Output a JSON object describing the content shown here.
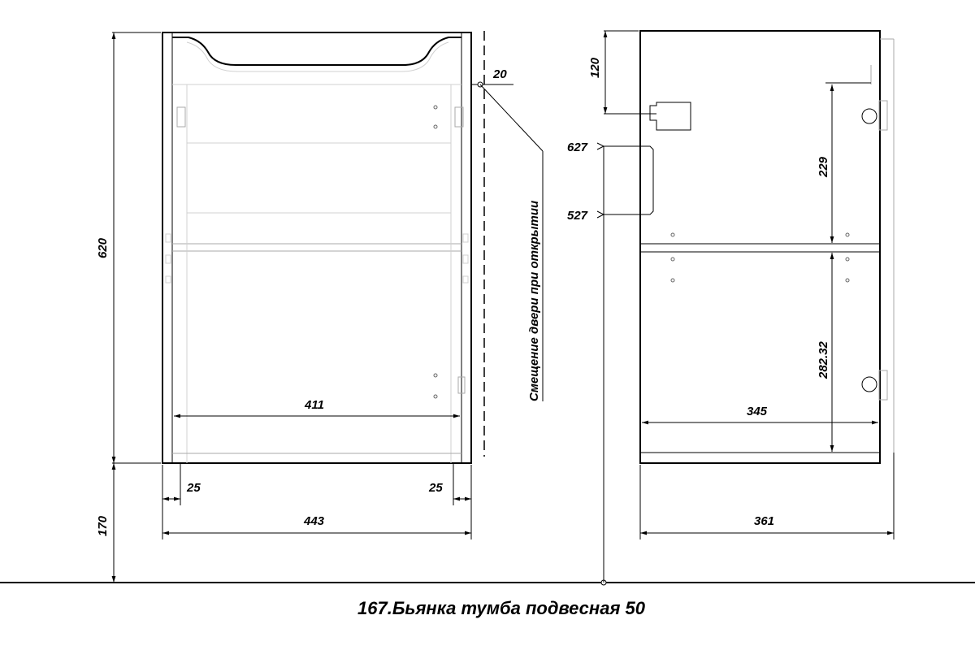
{
  "title": "167.Бьянка тумба подвесная 50",
  "note": "Смещение двери при открытии",
  "front": {
    "height": "620",
    "hang_height": "170",
    "inner_width": "411",
    "margin_left": "25",
    "margin_right": "25",
    "total_width": "443",
    "door_offset": "20"
  },
  "side": {
    "top_offset": "120",
    "level_upper": "627",
    "level_lower": "527",
    "shelf_upper": "229",
    "shelf_lower": "282.32",
    "inner_depth": "345",
    "total_depth": "361"
  }
}
